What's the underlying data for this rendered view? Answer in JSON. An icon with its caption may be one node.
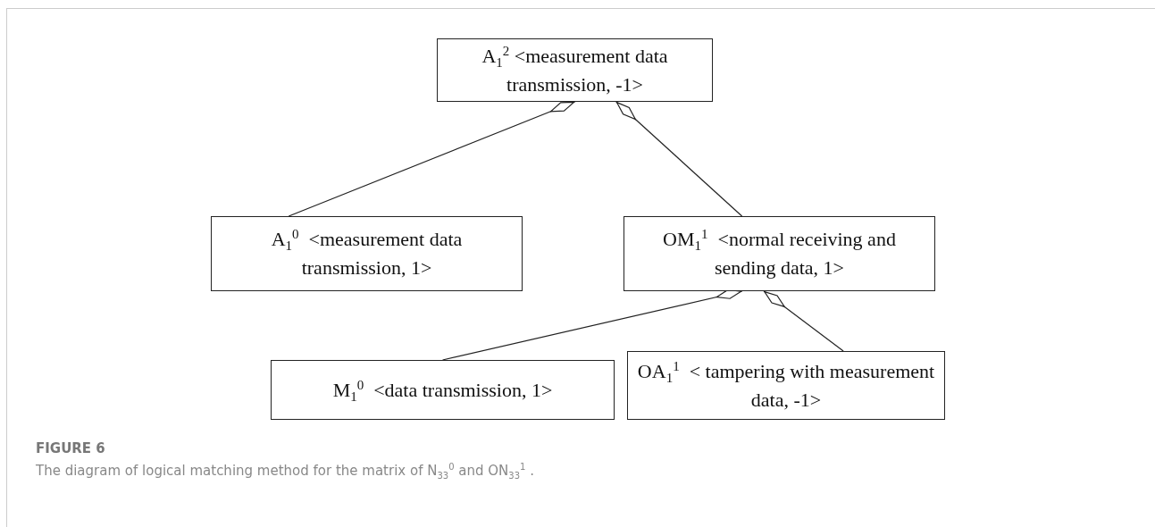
{
  "diagram": {
    "caption": "The diagram of logical matching method for the matrix of N$_{33}$$^{0}$ and ON$_{33}$$^{1}$ .",
    "nodes": [
      {
        "text": [
          "A$_{1}$$^{2}$ <measurement data transmission, -1>"
        ]
      },
      {
        "text": [
          "A$_{1}$$^{0}$  <measurement data transmission, 1>"
        ]
      },
      {
        "text": [
          "OM$_{1}$$^{1}$  <normal receiving and sending data, 1>"
        ]
      },
      {
        "text": [
          "M$_{1}$$^{0}$  <data transmission, 1>"
        ]
      },
      {
        "text": [
          "OA$_{1}$$^{1}$  < tampering with measurement data, -1>"
        ]
      }
    ],
    "edges": [
      {
        "from": 0,
        "to": 1,
        "arrow": "other"
      },
      {
        "from": 0,
        "to": 2,
        "arrow": "other"
      },
      {
        "from": 2,
        "to": 3,
        "arrow": "other"
      },
      {
        "from": 2,
        "to": 4,
        "arrow": "other"
      }
    ],
    "labels": [
      "FIGURE 6"
    ]
  }
}
